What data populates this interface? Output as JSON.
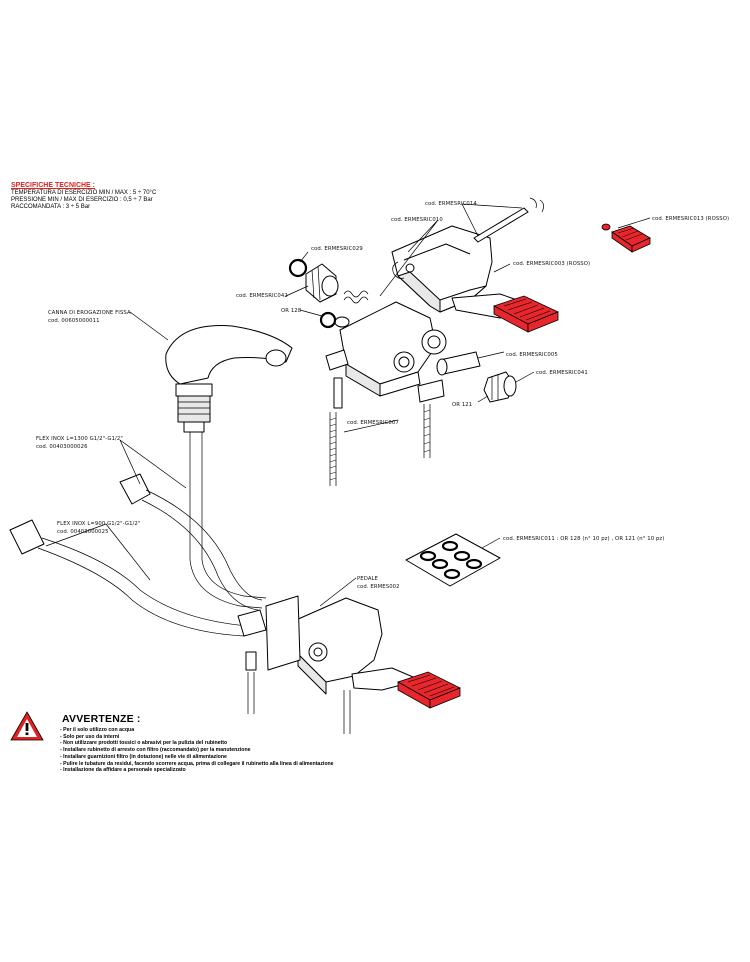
{
  "specs": {
    "title": "SPECIFICHE TECNICHE :",
    "lines": [
      "TEMPERATURA DI ESERCIZIO MIN / MAX : 5 ÷ 70°C",
      "PRESSIONE MIN / MAX DI ESERCIZIO : 0,5 ÷ 7 Bar",
      "RACCOMANDATA : 3 ÷ 5 Bar"
    ]
  },
  "labels": {
    "cod_ermesric014": "cod. ERMESRIC014",
    "cod_ermesric010": "cod. ERMESRIC010",
    "cod_ermesric013": "cod. ERMESRIC013 (ROSSO)",
    "cod_ermesric029": "cod. ERMESRIC029",
    "cod_ermesric003": "cod. ERMESRIC003 (ROSSO)",
    "cod_ermesric042": "cod. ERMESRIC042",
    "or_128": "OR 128",
    "canna_title": "CANNA DI EROGAZIONE FISSA",
    "canna_code": "cod. 00605000011",
    "cod_ermesric005": "cod. ERMESRIC005",
    "cod_ermesric041": "cod. ERMESRIC041",
    "or_121": "OR 121",
    "cod_ermesric007": "cod. ERMESRIC007",
    "flex1300_title": "FLEX INOX L=1300 G1/2\"-G1/2\"",
    "flex1300_code": "cod. 00403000026",
    "flex900_title": "FLEX INOX L=900 G1/2\"-G1/2\"",
    "flex900_code": "cod. 00403000025",
    "cod_ermesric011": "cod. ERMESRIC011 : OR 128 (n° 10 pz) , OR 121 (n° 10 pz)",
    "pedale_title": "PEDALE",
    "pedale_code": "cod. ERMES002"
  },
  "warning": {
    "title": "AVVERTENZE :",
    "items": [
      "- Per il solo utilizzo con acqua",
      "- Solo per uso da interni",
      "- Non utilizzare prodotti tossici o abrasivi per la pulizia del rubinetto",
      "- Installare rubinetto di arresto con  filtro (raccomandato) per la manutenzione",
      "- Installare guarnizioni filtro (in dotazione) nelle vie di alimentazione",
      "- Pulire le tubature da residui, facendo scorrere acqua, prima di collegare il rubinetto alla linea di alimentazione",
      "- Installazione da affidare a personale specializzato"
    ]
  },
  "colors": {
    "accent_red": "#e8262c",
    "warning_red": "#e2201f"
  }
}
